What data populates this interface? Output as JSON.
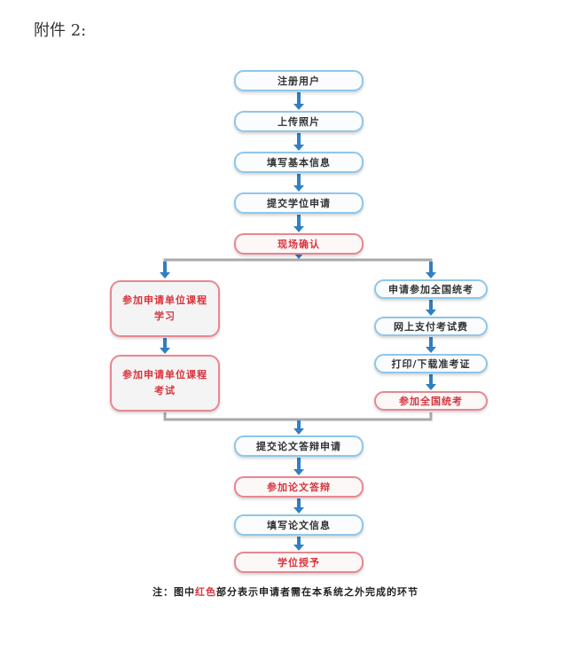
{
  "header": "附件 2:",
  "steps": {
    "register": "注册用户",
    "upload_photo": "上传照片",
    "fill_basic_info": "填写基本信息",
    "submit_application": "提交学位申请",
    "on_site_confirm": "现场确认",
    "course_study": "参加申请单位课程\n学习",
    "course_exam": "参加申请单位课程\n考试",
    "apply_national_exam": "申请参加全国统考",
    "online_payment": "网上支付考试费",
    "print_admission_ticket": "打印/下载准考证",
    "take_national_exam": "参加全国统考",
    "submit_defense_application": "提交论文答辩申请",
    "thesis_defense": "参加论文答辩",
    "fill_thesis_info": "填写论文信息",
    "degree_conferral": "学位授予"
  },
  "note": {
    "prefix": "注：图中",
    "highlight": "红色",
    "suffix": "部分表示申请者需在本系统之外完成的环节"
  },
  "colors": {
    "blue_border": "#8ec7ea",
    "red_border": "#e88791",
    "red_text": "#d8343d",
    "arrow": "#2f7fc3",
    "connector": "#a9a9a9"
  }
}
